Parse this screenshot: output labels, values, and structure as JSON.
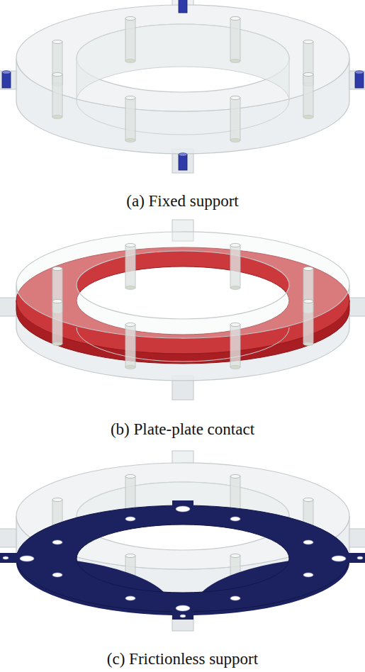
{
  "diagram": {
    "labels": [
      "(a) Fixed support",
      "(b) Plate-plate contact",
      "(c) Frictionless support"
    ]
  }
}
